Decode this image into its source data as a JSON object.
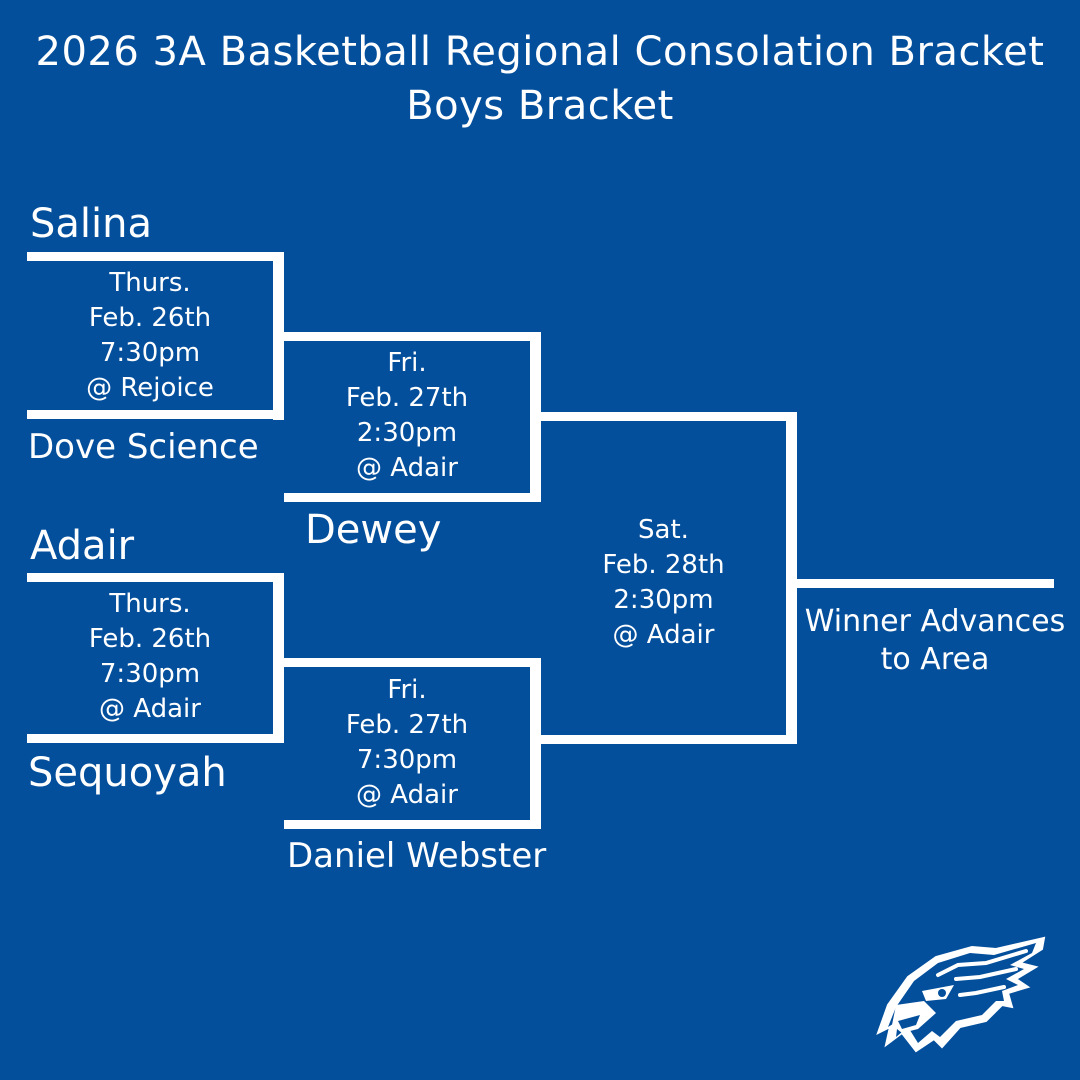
{
  "header": {
    "title": "2026 3A Basketball Regional Consolation Bracket",
    "subtitle": "Boys Bracket"
  },
  "teams": {
    "salina": "Salina",
    "dove_science": "Dove Science",
    "adair": "Adair",
    "sequoyah": "Sequoyah",
    "dewey": "Dewey",
    "daniel_webster": "Daniel Webster"
  },
  "games": {
    "g1": {
      "day": "Thurs.",
      "date": "Feb. 26th",
      "time": "7:30pm",
      "site": "@ Rejoice"
    },
    "g2": {
      "day": "Thurs.",
      "date": "Feb. 26th",
      "time": "7:30pm",
      "site": "@ Adair"
    },
    "g3": {
      "day": "Fri.",
      "date": "Feb. 27th",
      "time": "2:30pm",
      "site": "@ Adair"
    },
    "g4": {
      "day": "Fri.",
      "date": "Feb. 27th",
      "time": "7:30pm",
      "site": "@ Adair"
    },
    "final": {
      "day": "Sat.",
      "date": "Feb. 28th",
      "time": "2:30pm",
      "site": "@ Adair"
    }
  },
  "result": {
    "line1": "Winner Advances",
    "line2": "to Area"
  },
  "colors": {
    "background": "#044f9c",
    "lines": "#ffffff",
    "text": "#ffffff"
  },
  "logo": {
    "icon": "eagle-head-logo"
  }
}
